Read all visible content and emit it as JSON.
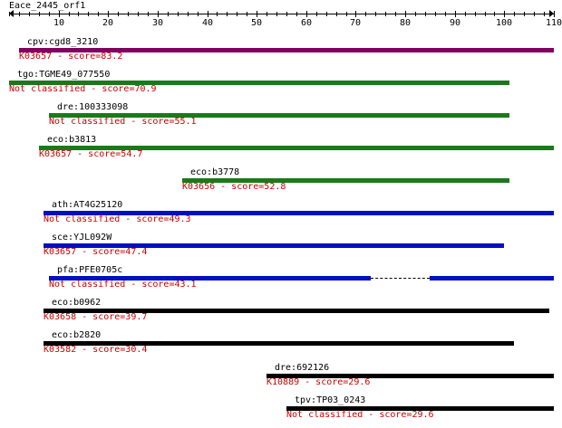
{
  "query": {
    "title": "Eace_2445_orf1",
    "length": 110
  },
  "axis": {
    "min": 0,
    "max": 110,
    "major_ticks": [
      10,
      20,
      30,
      40,
      50,
      60,
      70,
      80,
      90,
      100,
      110
    ],
    "minor_step": 2
  },
  "colors": {
    "score_text": "#cc0000",
    "purple": "#800060",
    "green": "#1a7a1a",
    "blue": "#0010c0",
    "black": "#000000"
  },
  "hits": [
    {
      "name": "cpv:cgd8_3210",
      "label": "K03657 - score=83.2",
      "start": 2,
      "end": 110,
      "color": "purple"
    },
    {
      "name": "tgo:TGME49_077550",
      "label": "Not classified - score=70.9",
      "start": 0,
      "end": 101,
      "color": "green"
    },
    {
      "name": "dre:100333098",
      "label": "Not classified - score=55.1",
      "start": 8,
      "end": 101,
      "color": "green"
    },
    {
      "name": "eco:b3813",
      "label": "K03657 - score=54.7",
      "start": 6,
      "end": 110,
      "color": "green"
    },
    {
      "name": "eco:b3778",
      "label": "K03656 - score=52.8",
      "start": 35,
      "end": 101,
      "color": "green"
    },
    {
      "name": "ath:AT4G25120",
      "label": "Not classified - score=49.3",
      "start": 7,
      "end": 110,
      "color": "blue"
    },
    {
      "name": "sce:YJL092W",
      "label": "K03657 - score=47.4",
      "start": 7,
      "end": 100,
      "color": "blue"
    },
    {
      "name": "pfa:PFE0705c",
      "label": "Not classified - score=43.1",
      "start": 8,
      "end": 110,
      "color": "blue",
      "gap": [
        73,
        85
      ]
    },
    {
      "name": "eco:b0962",
      "label": "K03658 - score=39.7",
      "start": 7,
      "end": 109,
      "color": "black"
    },
    {
      "name": "eco:b2820",
      "label": "K03582 - score=30.4",
      "start": 7,
      "end": 102,
      "color": "black"
    },
    {
      "name": "dre:692126",
      "label": "K10889 - score=29.6",
      "start": 52,
      "end": 110,
      "color": "black"
    },
    {
      "name": "tpv:TP03_0243",
      "label": "Not classified - score=29.6",
      "start": 56,
      "end": 110,
      "color": "black"
    }
  ]
}
